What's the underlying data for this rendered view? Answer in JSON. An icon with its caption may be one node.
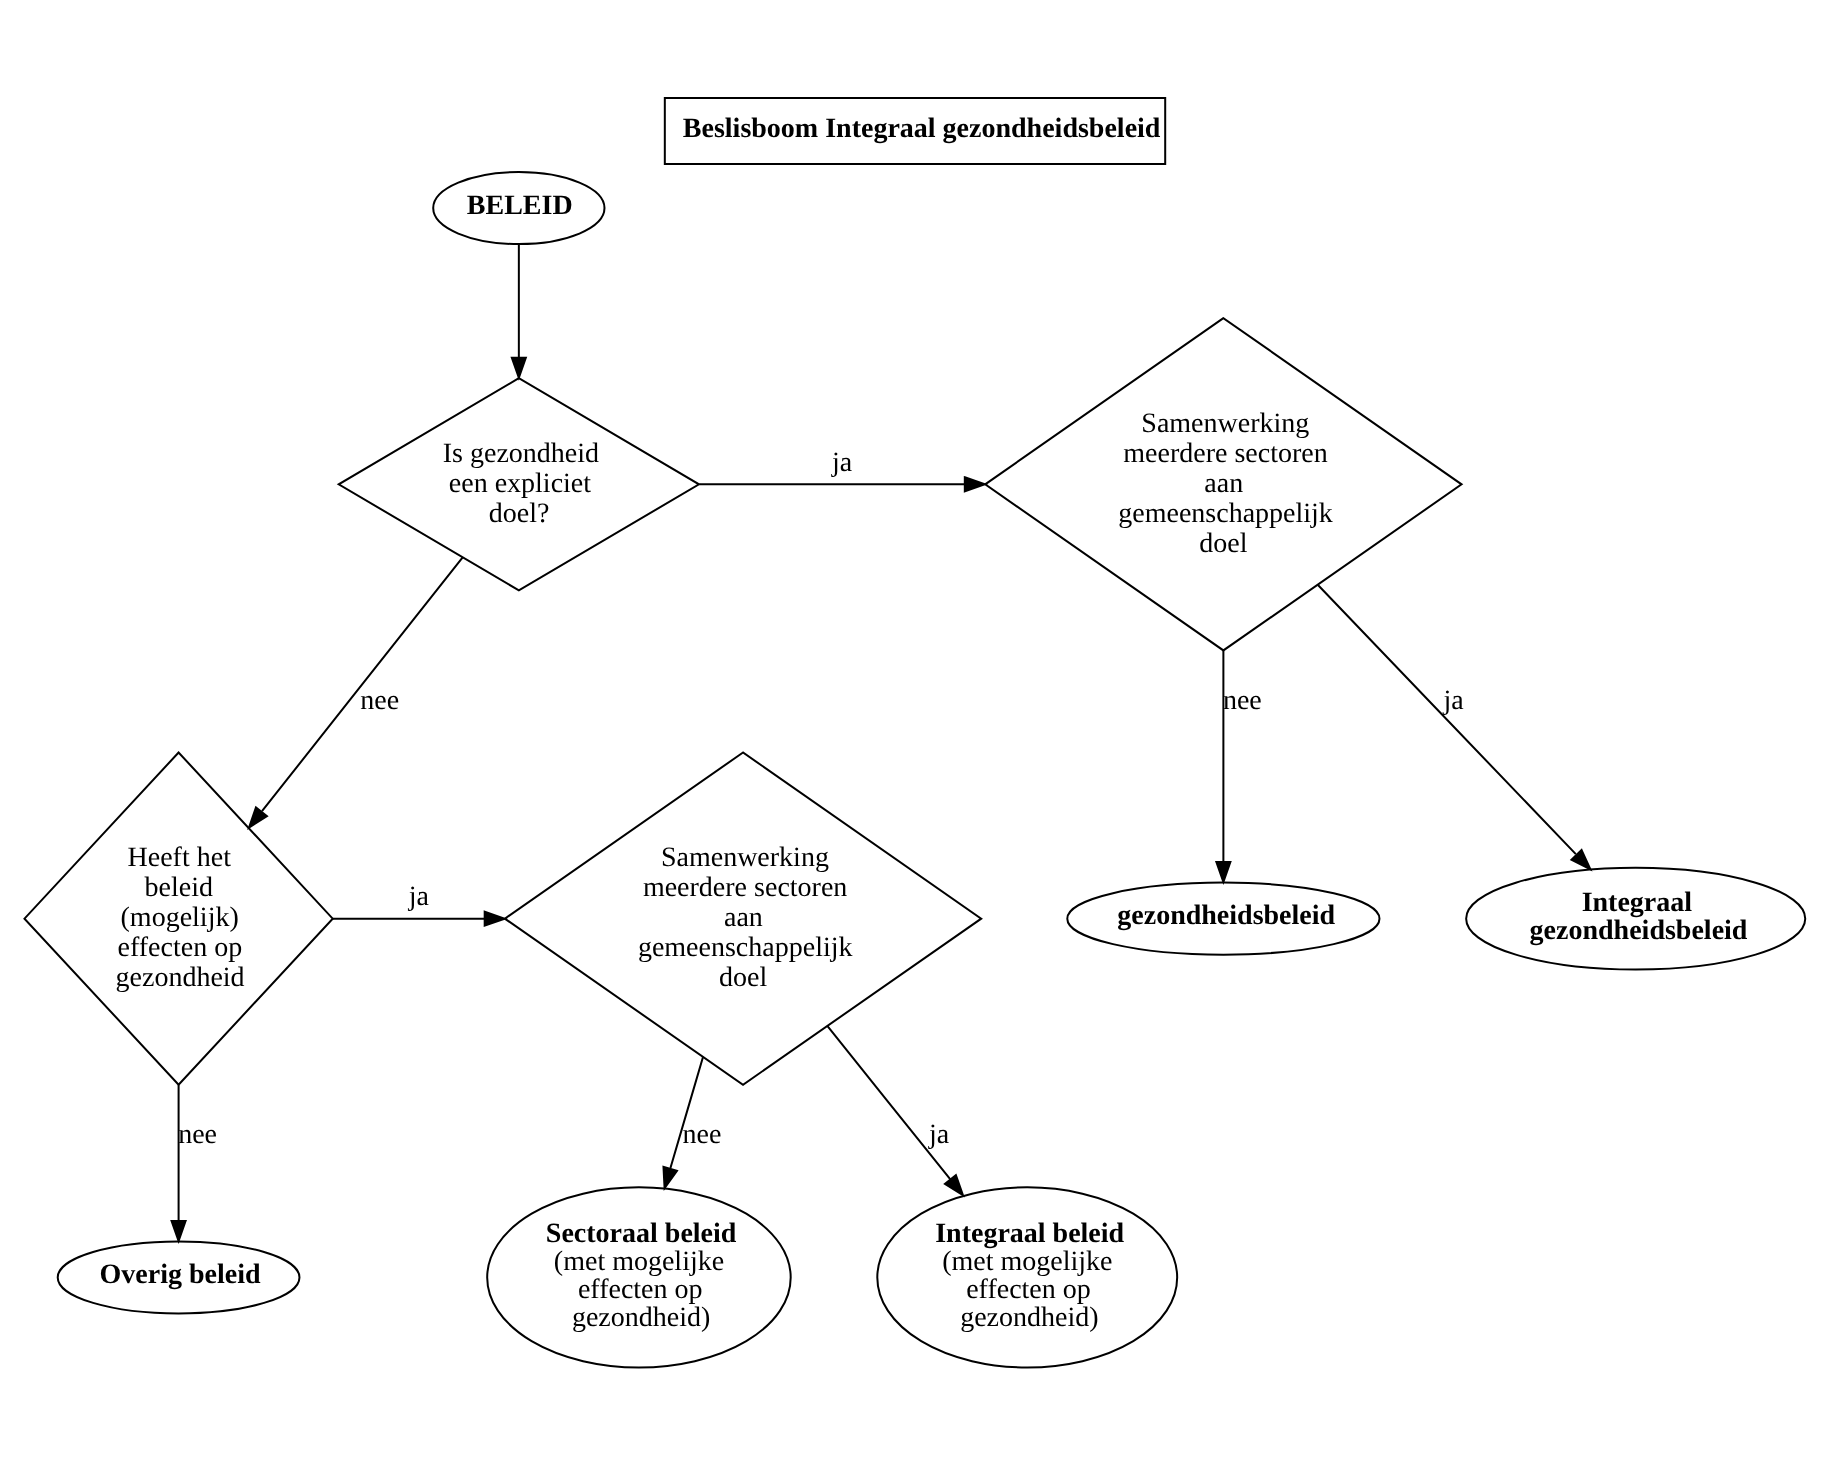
{
  "diagram": {
    "title": "Beslisboom Integraal gezondheidsbeleid",
    "nodes": [
      {
        "text": [
          "BELEID"
        ]
      },
      {
        "text": [
          "Is gezondheid een expliciet doel?"
        ]
      },
      {
        "text": [
          "Samenwerking meerdere sectoren aan gemeenschappelijk doel"
        ]
      },
      {
        "text": [
          "gezondheidsbeleid"
        ]
      },
      {
        "text": [
          "Integraal gezondheidsbeleid"
        ]
      },
      {
        "text": [
          "Heeft het beleid (mogelijk) effecten op gezondheid"
        ]
      },
      {
        "text": [
          "Samenwerking meerdere sectoren aan gemeenschappelijk doel"
        ]
      },
      {
        "text": [
          "Sectoraal beleid",
          "(met mogelijke effecten op gezondheid)"
        ]
      },
      {
        "text": [
          "Integraal beleid",
          "(met mogelijke effecten op gezondheid)"
        ]
      },
      {
        "text": [
          "Overig beleid"
        ]
      }
    ],
    "edges": [
      {
        "from": 0,
        "to": 1,
        "arrow": "to"
      },
      {
        "from": 1,
        "to": 2,
        "arrow": "to",
        "label": "ja"
      },
      {
        "from": 2,
        "to": 3,
        "arrow": "to",
        "label": "nee"
      },
      {
        "from": 2,
        "to": 4,
        "arrow": "to",
        "label": "ja"
      },
      {
        "from": 1,
        "to": 5,
        "arrow": "to",
        "label": "nee"
      },
      {
        "from": 5,
        "to": 6,
        "arrow": "to",
        "label": "ja"
      },
      {
        "from": 6,
        "to": 7,
        "arrow": "to",
        "label": "nee"
      },
      {
        "from": 6,
        "to": 8,
        "arrow": "to",
        "label": "ja"
      },
      {
        "from": 5,
        "to": 9,
        "arrow": "to",
        "label": "nee"
      }
    ]
  }
}
